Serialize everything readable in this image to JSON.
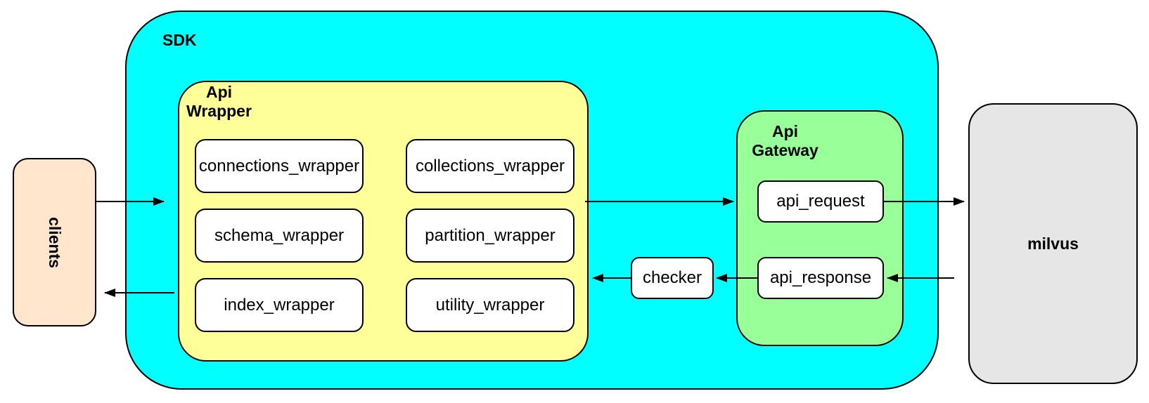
{
  "nodes": {
    "clients": {
      "label": "clients"
    },
    "sdk": {
      "label": "SDK"
    },
    "api_wrapper": {
      "line1": "Api",
      "line2": "Wrapper"
    },
    "api_gateway": {
      "line1": "Api",
      "line2": "Gateway"
    },
    "milvus": {
      "label": "milvus"
    },
    "checker": {
      "label": "checker"
    },
    "api_request": {
      "label": "api_request"
    },
    "api_response": {
      "label": "api_response"
    }
  },
  "wrapper_boxes": [
    {
      "label": "connections_wrapper"
    },
    {
      "label": "collections_wrapper"
    },
    {
      "label": "schema_wrapper"
    },
    {
      "label": "partition_wrapper"
    },
    {
      "label": "index_wrapper"
    },
    {
      "label": "utility_wrapper"
    }
  ],
  "colors": {
    "sdk_fill": "#00FFFF",
    "api_wrapper_fill": "#FFFF99",
    "api_gateway_fill": "#99FF99",
    "clients_fill": "#FFE6CC",
    "milvus_fill": "#E6E6E6",
    "box_fill": "#FFFFFF",
    "stroke": "#000000",
    "background": "#FFFFFF"
  }
}
